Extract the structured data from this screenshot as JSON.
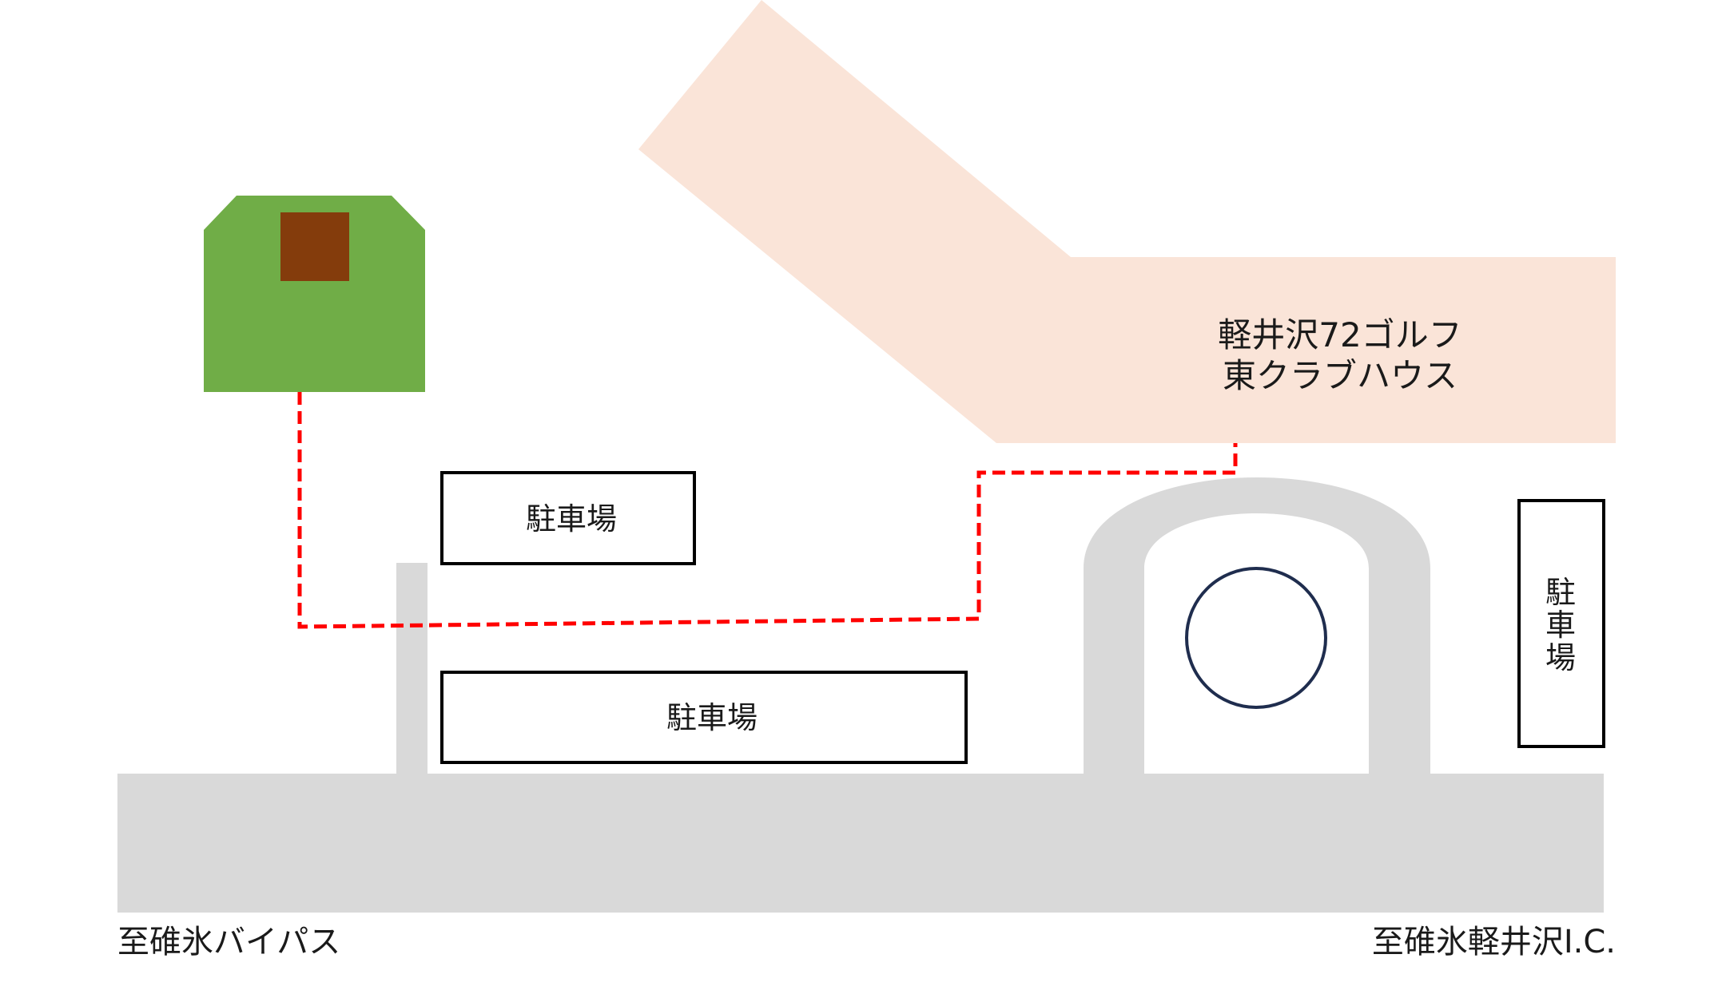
{
  "map": {
    "clubhouse": {
      "line1": "軽井沢72ゴルフ",
      "line2": "東クラブハウス"
    },
    "parking_upper": "駐車場",
    "parking_lower": "駐車場",
    "parking_right": [
      "駐",
      "車",
      "場"
    ],
    "label_left": "至碓氷バイパス",
    "label_right": "至碓氷軽井沢I.C.",
    "colors": {
      "clubhouse_band": "#fae4d8",
      "road": "#d9d9d9",
      "route": "#ff0000",
      "destination_green": "#70ad47",
      "destination_brown": "#843c0c",
      "roundabout_circle": "#1f2d4e",
      "parking_border": "#000000"
    },
    "icons": {
      "destination": "building-icon",
      "roundabout": "roundabout-circle-icon"
    }
  }
}
